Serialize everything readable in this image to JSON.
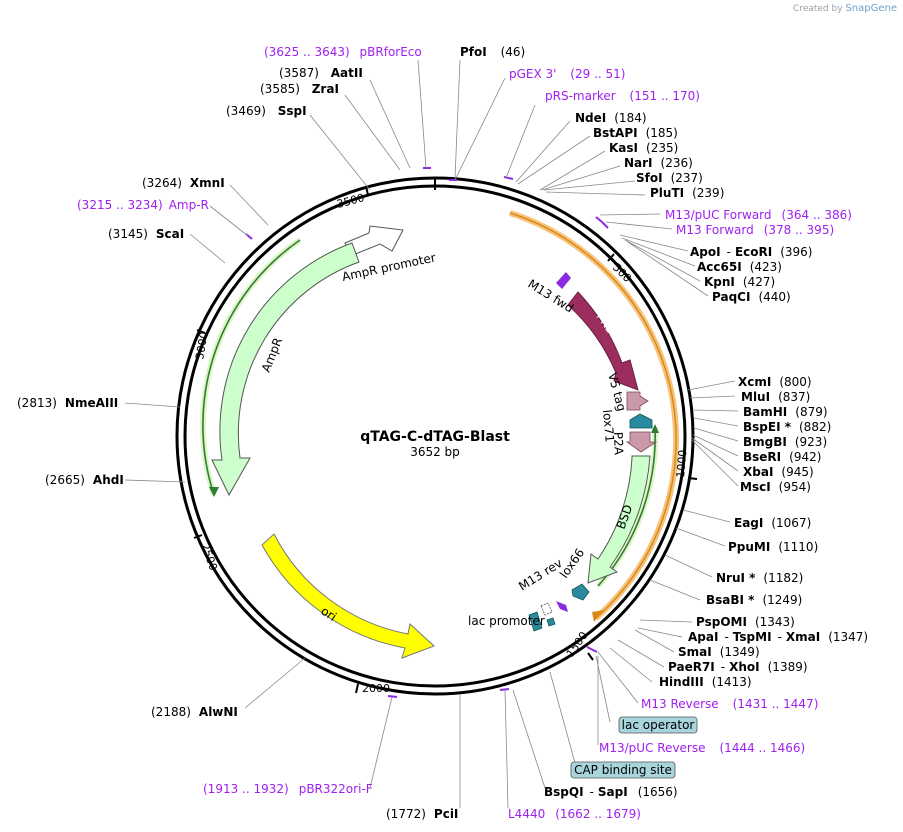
{
  "credit": {
    "prefix": "Created by",
    "brand": "SnapGene"
  },
  "plasmid": {
    "name": "qTAG-C-dTAG-Blast",
    "size": "3652 bp"
  },
  "ticks": [
    "500",
    "1000",
    "1500",
    "2000",
    "2500",
    "3000",
    "3500"
  ],
  "features": {
    "ampr_promoter": "AmpR promoter",
    "ampr": "AmpR",
    "ori": "ori",
    "fkbp": "FKBP-V",
    "m13fwd": "M13 fwd",
    "v5tag": "V5 tag",
    "lox71": "lox71",
    "p2a": "P2A",
    "bsd": "BSD",
    "m13rev": "M13 rev",
    "lox66": "lox66",
    "lac_promoter": "lac promoter"
  },
  "colors": {
    "backbone": "#000000",
    "enzyme_text": "#000000",
    "primer_text": "#a020f0",
    "ampr_fill": "#ccffcc",
    "ori_fill": "#ffff00",
    "fkbp_fill": "#9b2d5f",
    "tag_fill": "#cc99aa",
    "lox_fill": "#2a8aa0",
    "primer_arrow": "#8a2be2",
    "orange_band": "#f7c27a",
    "green_band": "#2e7d32"
  },
  "top_labels": [
    {
      "id": "pbrforeco",
      "range": "(3625 .. 3643)",
      "name": "pBRforEco",
      "type": "primer"
    },
    {
      "id": "pfoi",
      "name": "PfoI",
      "pos": "(46)",
      "type": "enzyme"
    },
    {
      "id": "aatii",
      "pos": "(3587)",
      "name": "AatII",
      "type": "enzyme"
    },
    {
      "id": "pgex3",
      "name": "pGEX 3'",
      "range": "(29 .. 51)",
      "type": "primer"
    },
    {
      "id": "zrai",
      "pos": "(3585)",
      "name": "ZraI",
      "type": "enzyme"
    },
    {
      "id": "prsmarker",
      "name": "pRS-marker",
      "range": "(151 .. 170)",
      "type": "primer"
    },
    {
      "id": "sspi",
      "pos": "(3469)",
      "name": "SspI",
      "type": "enzyme"
    }
  ],
  "right_labels": [
    {
      "id": "ndei",
      "name": "NdeI",
      "pos": "(184)"
    },
    {
      "id": "bstapi",
      "name": "BstAPI",
      "pos": "(185)"
    },
    {
      "id": "kasi",
      "name": "KasI",
      "pos": "(235)"
    },
    {
      "id": "nari",
      "name": "NarI",
      "pos": "(236)"
    },
    {
      "id": "sfoi",
      "name": "SfoI",
      "pos": "(237)"
    },
    {
      "id": "pluti",
      "name": "PluTI",
      "pos": "(239)"
    },
    {
      "id": "m13puc",
      "name": "M13/pUC Forward",
      "range": "(364 .. 386)",
      "type": "primer"
    },
    {
      "id": "m13fwdp",
      "name": "M13 Forward",
      "range": "(378 .. 395)",
      "type": "primer"
    },
    {
      "id": "apoi",
      "name": "ApoI",
      "sep": "-",
      "name2": "EcoRI",
      "pos": "(396)"
    },
    {
      "id": "acc65i",
      "name": "Acc65I",
      "pos": "(423)"
    },
    {
      "id": "kpni",
      "name": "KpnI",
      "pos": "(427)"
    },
    {
      "id": "paqci",
      "name": "PaqCI",
      "pos": "(440)"
    },
    {
      "id": "xcmi",
      "name": "XcmI",
      "pos": "(800)"
    },
    {
      "id": "mlui",
      "name": "MluI",
      "pos": "(837)"
    },
    {
      "id": "bamhi",
      "name": "BamHI",
      "pos": "(879)"
    },
    {
      "id": "bspei",
      "name": "BspEI *",
      "pos": "(882)"
    },
    {
      "id": "bmgbi",
      "name": "BmgBI",
      "pos": "(923)"
    },
    {
      "id": "bseri",
      "name": "BseRI",
      "pos": "(942)"
    },
    {
      "id": "xbai",
      "name": "XbaI",
      "pos": "(945)"
    },
    {
      "id": "msci",
      "name": "MscI",
      "pos": "(954)"
    },
    {
      "id": "eagi",
      "name": "EagI",
      "pos": "(1067)"
    },
    {
      "id": "ppumi",
      "name": "PpuMI",
      "pos": "(1110)"
    },
    {
      "id": "nrui",
      "name": "NruI *",
      "pos": "(1182)"
    },
    {
      "id": "bsabi",
      "name": "BsaBI *",
      "pos": "(1249)"
    },
    {
      "id": "pspomi",
      "name": "PspOMI",
      "pos": "(1343)"
    },
    {
      "id": "apai",
      "name": "ApaI",
      "sep": "-",
      "name2": "TspMI",
      "sep2": "-",
      "name3": "XmaI",
      "pos": "(1347)"
    },
    {
      "id": "smai",
      "name": "SmaI",
      "pos": "(1349)"
    },
    {
      "id": "paer7i",
      "name": "PaeR7I",
      "sep": "-",
      "name2": "XhoI",
      "pos": "(1389)"
    },
    {
      "id": "hindiii",
      "name": "HindIII",
      "pos": "(1413)"
    },
    {
      "id": "m13rev",
      "name": "M13 Reverse",
      "range": "(1431 .. 1447)",
      "type": "primer"
    },
    {
      "id": "lacop",
      "name": "lac operator",
      "type": "box"
    },
    {
      "id": "m13pucrev",
      "name": "M13/pUC Reverse",
      "range": "(1444 .. 1466)",
      "type": "primer"
    },
    {
      "id": "cap",
      "name": "CAP binding site",
      "type": "box"
    },
    {
      "id": "bspqi",
      "name": "BspQI",
      "sep": "-",
      "name2": "SapI",
      "pos": "(1656)"
    },
    {
      "id": "l4440",
      "name": "L4440",
      "range": "(1662 .. 1679)",
      "type": "primer"
    }
  ],
  "left_labels": [
    {
      "id": "xmni",
      "pos": "(3264)",
      "name": "XmnI"
    },
    {
      "id": "ampr",
      "range": "(3215 .. 3234)",
      "name": "Amp-R",
      "type": "primer"
    },
    {
      "id": "scai",
      "pos": "(3145)",
      "name": "ScaI"
    },
    {
      "id": "nmeaiii",
      "pos": "(2813)",
      "name": "NmeAIII"
    },
    {
      "id": "ahdi",
      "pos": "(2665)",
      "name": "AhdI"
    },
    {
      "id": "alwni",
      "pos": "(2188)",
      "name": "AlwNI"
    },
    {
      "id": "pbr322",
      "range": "(1913 .. 1932)",
      "name": "pBR322ori-F",
      "type": "primer"
    },
    {
      "id": "pcii",
      "pos": "(1772)",
      "name": "PciI"
    }
  ]
}
